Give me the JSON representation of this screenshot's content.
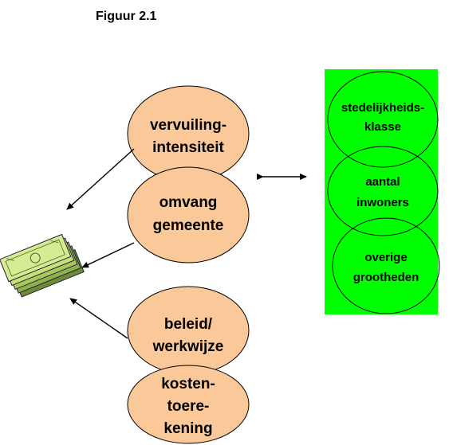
{
  "figure_title": "Figuur 2.1",
  "colors": {
    "ellipse_fill": "#fbc999",
    "green_fill": "#00ff00",
    "stroke": "#000000"
  },
  "left_ellipses": [
    {
      "id": "vervuiling",
      "lines": [
        "vervuiling-",
        "intensiteit"
      ]
    },
    {
      "id": "omvang",
      "lines": [
        "omvang",
        "gemeente"
      ]
    },
    {
      "id": "beleid",
      "lines": [
        "beleid/",
        "werkwijze"
      ]
    },
    {
      "id": "kosten",
      "lines": [
        "kosten-",
        "toere-",
        "kening"
      ]
    }
  ],
  "right_ellipses": [
    {
      "id": "stedelijkheid",
      "lines": [
        "stedelijkheids-",
        "klasse"
      ]
    },
    {
      "id": "inwoners",
      "lines": [
        "aantal",
        "inwoners"
      ]
    },
    {
      "id": "overige",
      "lines": [
        "overige",
        "grootheden"
      ]
    }
  ],
  "icons": {
    "money": "money-stack-icon"
  }
}
